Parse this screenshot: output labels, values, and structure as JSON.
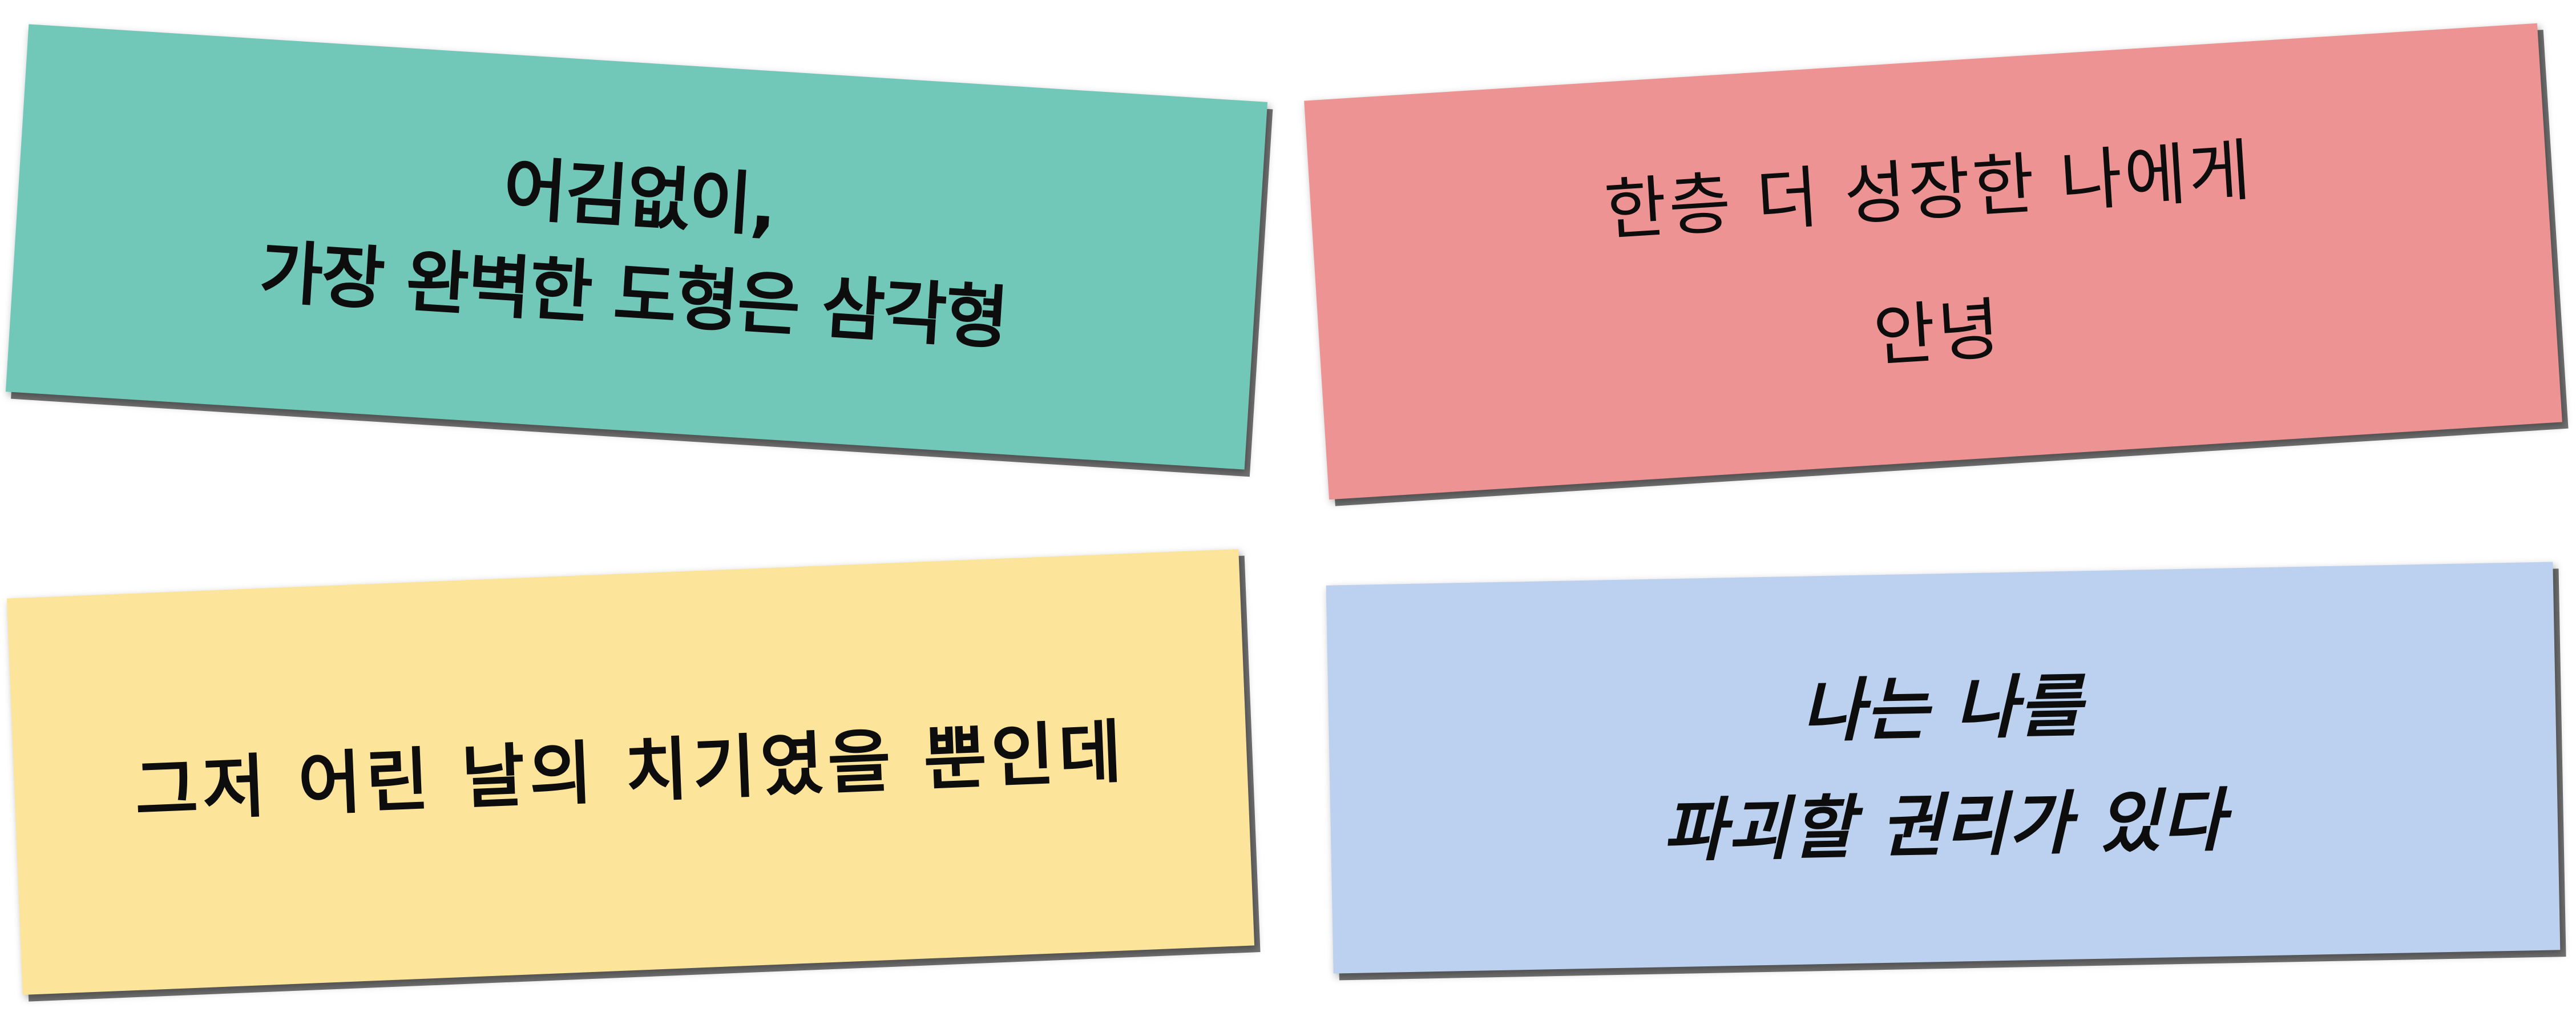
{
  "cards": [
    {
      "color": "#72c8b8",
      "lines": [
        "어김없이,",
        "가장 완벽한 도형은 삼각형"
      ]
    },
    {
      "color": "#ee9393",
      "lines": [
        "한층 더 성장한 나에게",
        "안녕"
      ]
    },
    {
      "color": "#fce59a",
      "lines": [
        "그저 어린 날의 치기였을 뿐인데"
      ]
    },
    {
      "color": "#bcd0ef",
      "lines": [
        "나는 나를",
        "파괴할 권리가 있다"
      ]
    }
  ]
}
